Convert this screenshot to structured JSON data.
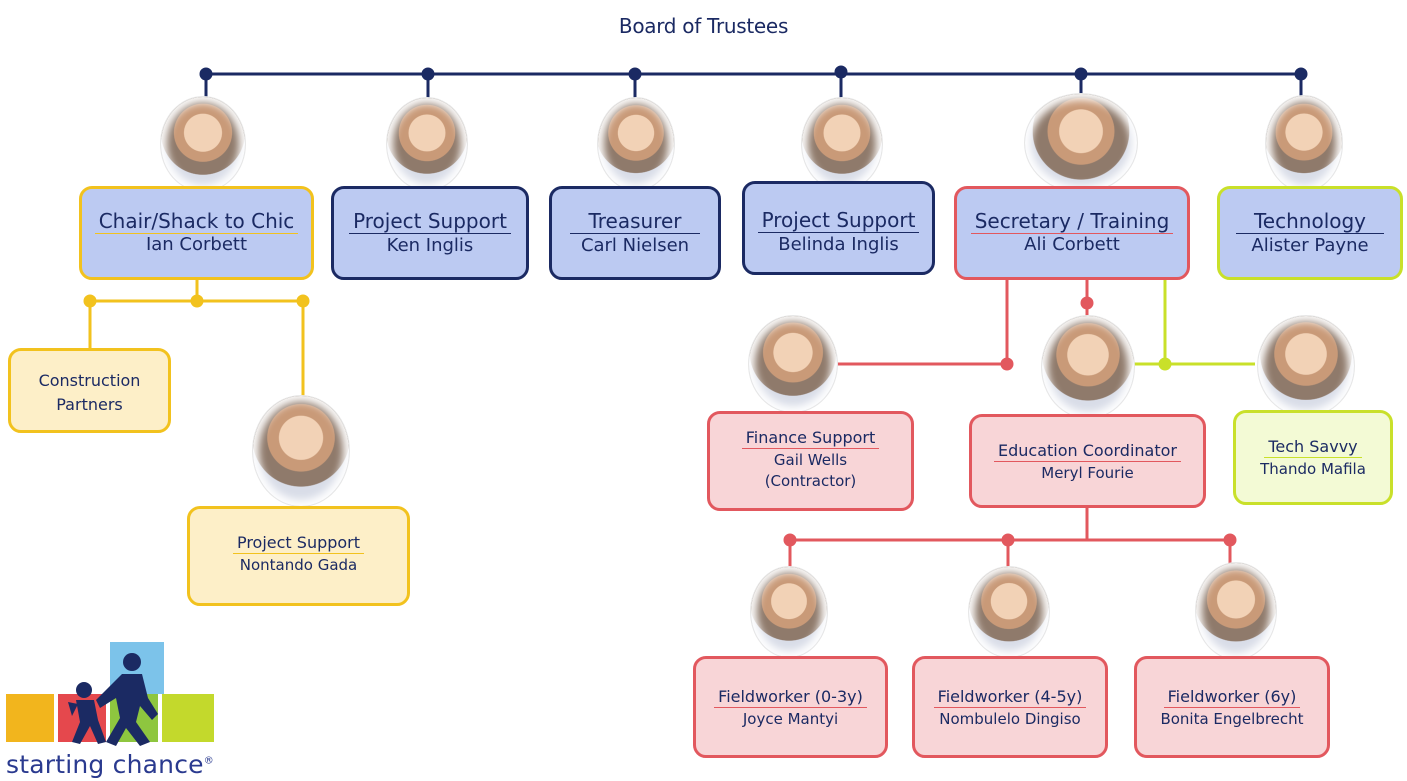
{
  "title": "Board of Trustees",
  "colors": {
    "navy": "#1b2a63",
    "yellow": "#f2c21e",
    "red": "#e2585e",
    "lime": "#c9e02a",
    "navy_fill": "#bccaf2",
    "yellow_fill": "#fdefc8",
    "red_fill": "#f8d5d7",
    "lime_fill": "#f3fad5"
  },
  "trustees": [
    {
      "role": "Chair/Shack to Chic",
      "name": "Ian Corbett"
    },
    {
      "role": "Project Support",
      "name": "Ken Inglis"
    },
    {
      "role": "Treasurer",
      "name": "Carl Nielsen"
    },
    {
      "role": "Project Support",
      "name": "Belinda Inglis"
    },
    {
      "role": "Secretary / Training",
      "name": "Ali Corbett"
    },
    {
      "role": "Technology",
      "name": "Alister Payne"
    }
  ],
  "chair_team": {
    "construction": "Construction Partners",
    "project_support": {
      "role": "Project Support",
      "name": "Nontando Gada"
    }
  },
  "secretary_team": {
    "finance": {
      "role": "Finance Support",
      "name": "Gail Wells",
      "note": "(Contractor)"
    },
    "education": {
      "role": "Education Coordinator",
      "name": "Meryl Fourie"
    },
    "tech": {
      "role": "Tech Savvy",
      "name": "Thando Mafila"
    }
  },
  "fieldworkers": [
    {
      "role": "Fieldworker (0-3y)",
      "name": "Joyce Mantyi"
    },
    {
      "role": "Fieldworker (4-5y)",
      "name": "Nombulelo Dingiso"
    },
    {
      "role": "Fieldworker (6y)",
      "name": "Bonita Engelbrecht"
    }
  ],
  "logo": {
    "text": "starting chance",
    "mark": "®"
  }
}
